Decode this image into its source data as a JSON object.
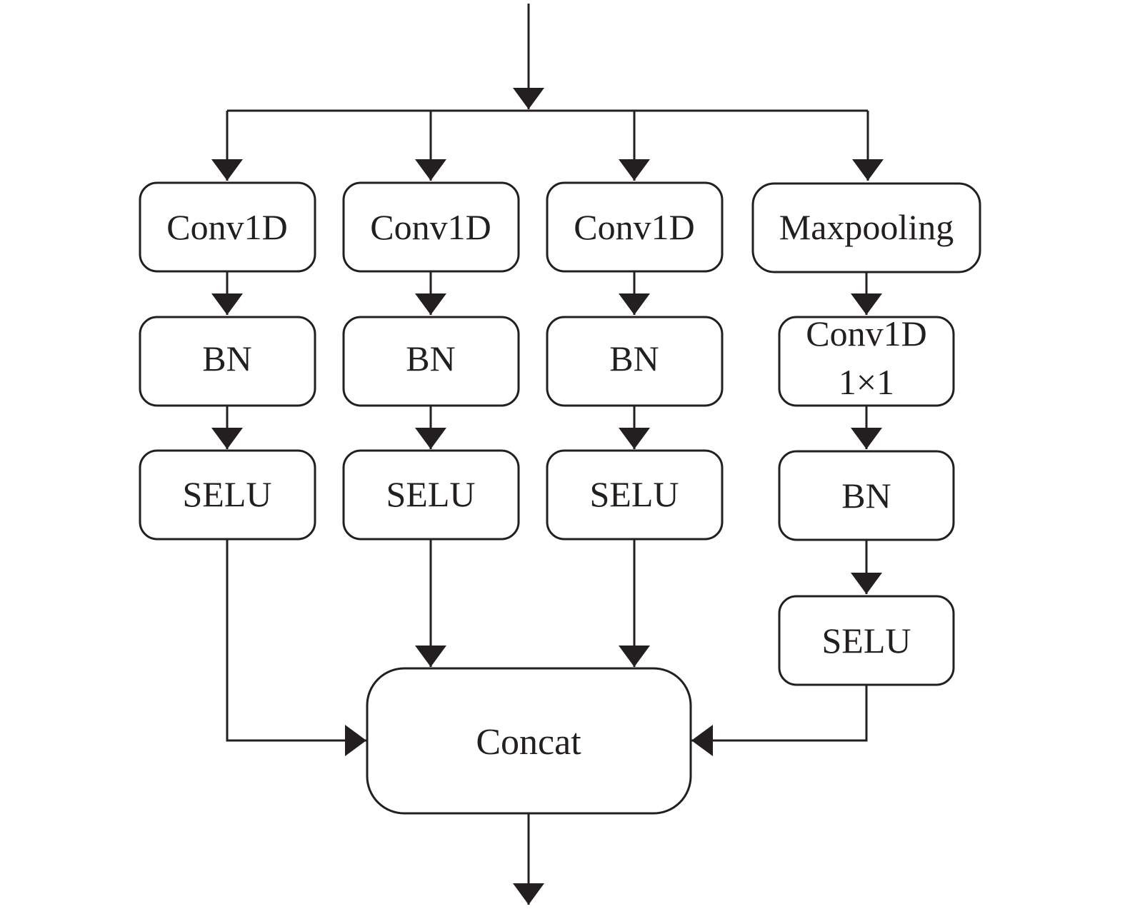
{
  "branch1": {
    "conv": "Conv1D",
    "bn": "BN",
    "act": "SELU"
  },
  "branch2": {
    "conv": "Conv1D",
    "bn": "BN",
    "act": "SELU"
  },
  "branch3": {
    "conv": "Conv1D",
    "bn": "BN",
    "act": "SELU"
  },
  "branch4": {
    "pool": "Maxpooling",
    "conv_line1": "Conv1D",
    "conv_line2": "1×1",
    "bn": "BN",
    "act": "SELU"
  },
  "merge": {
    "label": "Concat"
  }
}
